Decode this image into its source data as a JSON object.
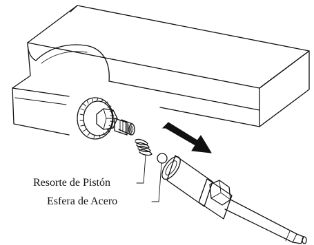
{
  "labels": {
    "piston_spring": "Resorte de Pistón",
    "steel_ball": "Esfera de Acero"
  },
  "colors": {
    "line": "#111111",
    "background": "#ffffff"
  },
  "icons": {
    "direction": "right-down-arrow"
  }
}
